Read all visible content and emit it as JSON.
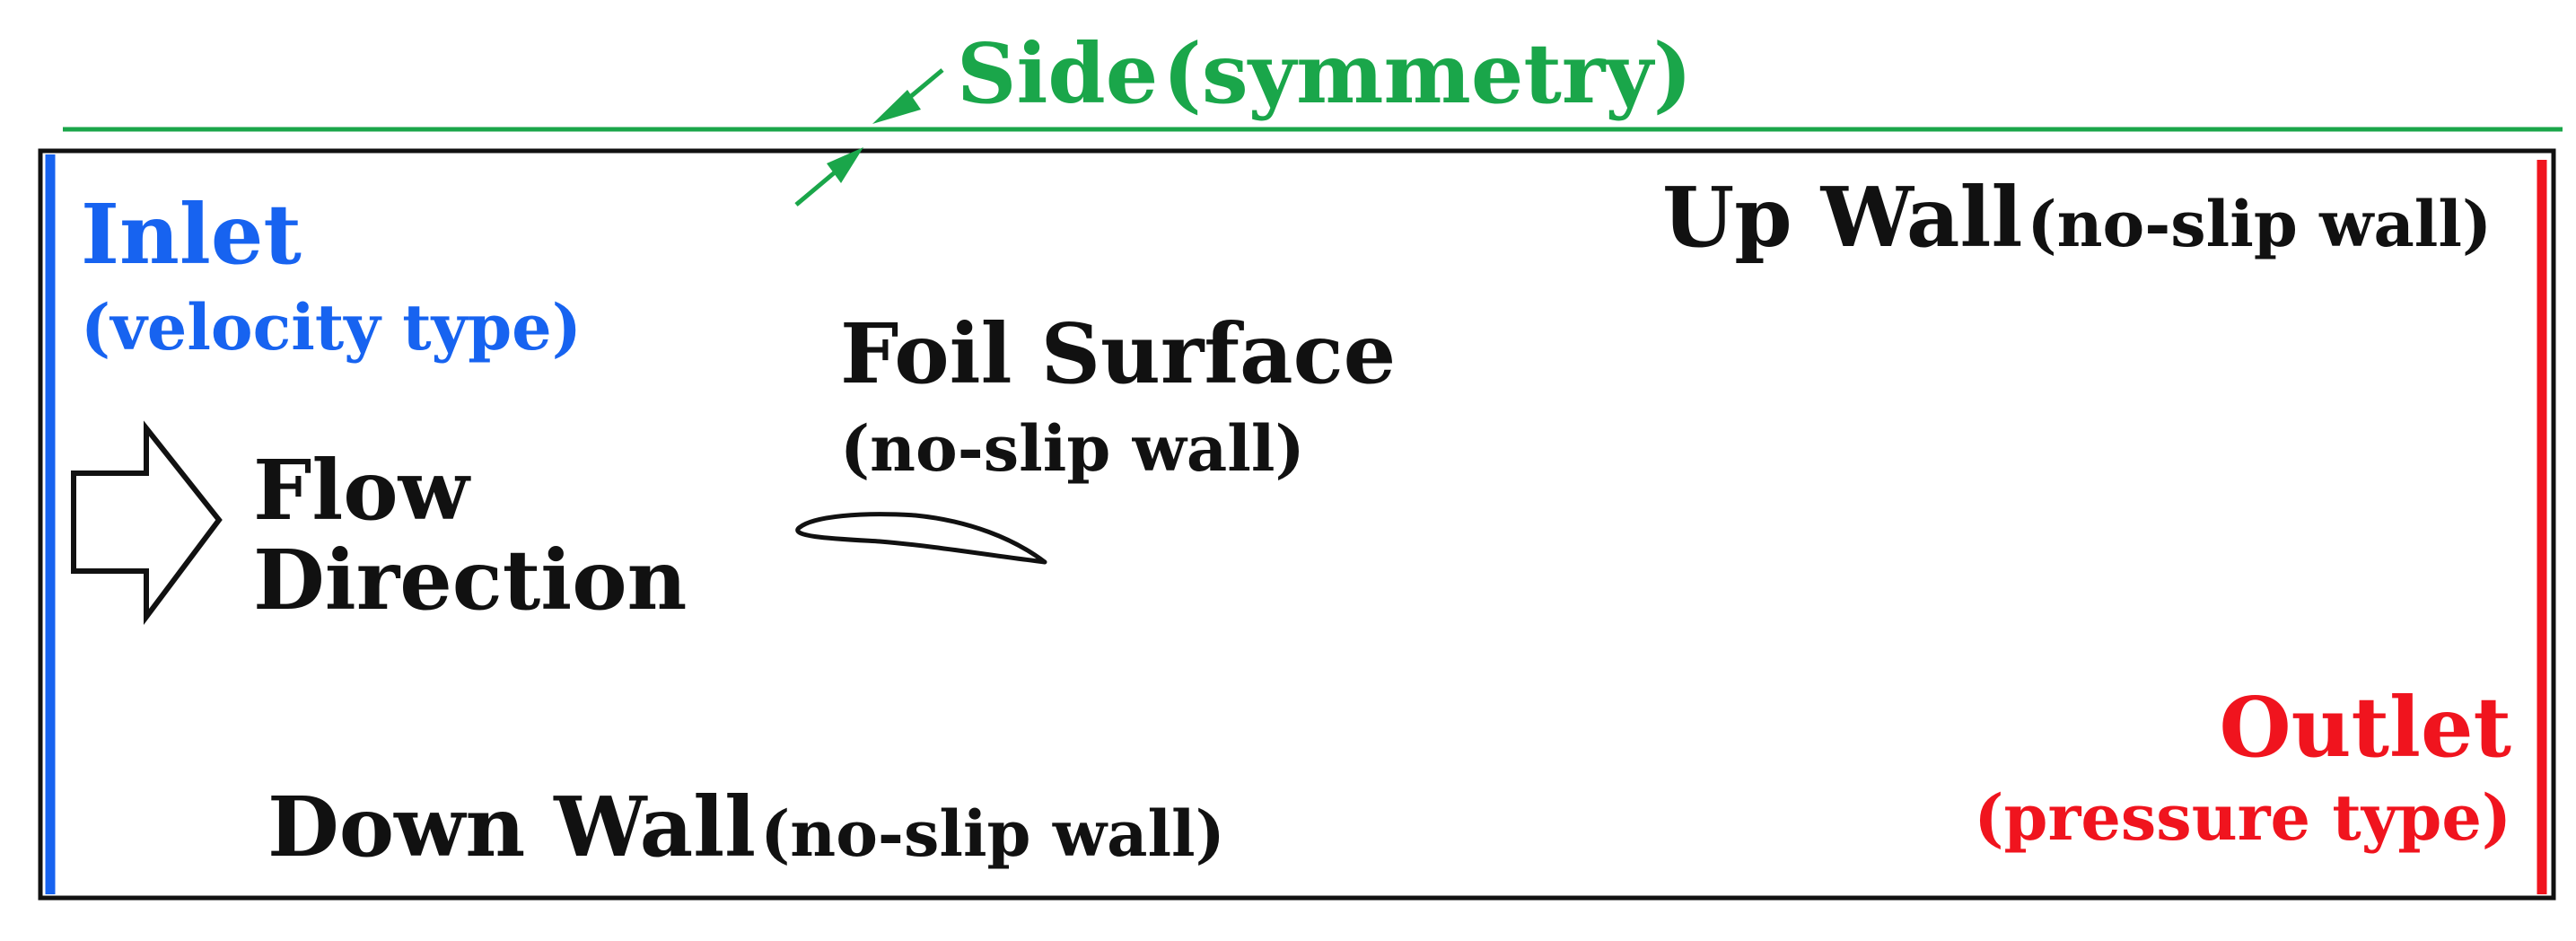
{
  "colors": {
    "symmetry": "#1aa64a",
    "inlet": "#1763f0",
    "outlet": "#f0141e",
    "wall": "#111111"
  },
  "side": {
    "title": "Side",
    "qualifier": "(symmetry)"
  },
  "inlet": {
    "title": "Inlet",
    "qualifier": "(velocity type)"
  },
  "up_wall": {
    "title": "Up Wall",
    "qualifier": "(no-slip wall)"
  },
  "foil": {
    "title": "Foil Surface",
    "qualifier": "(no-slip wall)"
  },
  "flow": {
    "line1": "Flow",
    "line2": "Direction",
    "icon": "right-arrow-icon"
  },
  "down_wall": {
    "title": "Down Wall",
    "qualifier": "(no-slip wall)"
  },
  "outlet": {
    "title": "Outlet",
    "qualifier": "(pressure type)"
  }
}
